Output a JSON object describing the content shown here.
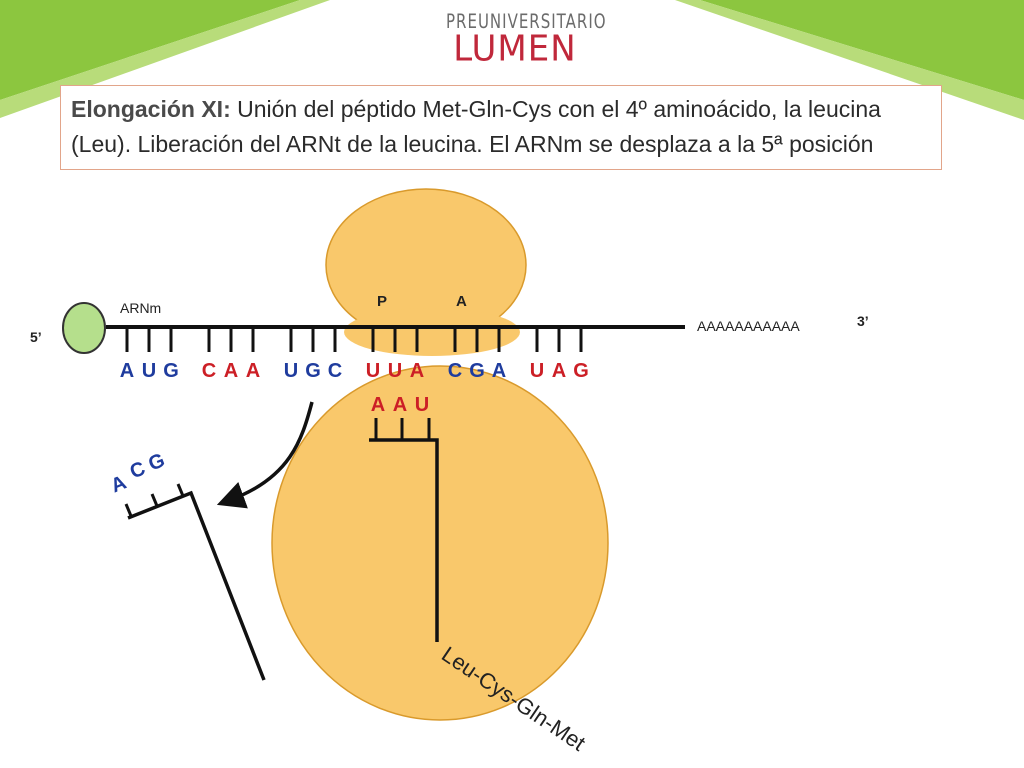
{
  "header": {
    "logo_top": "PREUNIVERSITARIO",
    "logo_main": "LUMEN"
  },
  "title": {
    "lead": "Elongación XI:",
    "text": " Unión del péptido Met-Gln-Cys con el 4º aminoácido, la leucina (Leu). Liberación del ARNt de la leucina. El ARNm se desplaza a la 5ª posición"
  },
  "diagram": {
    "mrna_label": "ARNm",
    "five_prime": "5’",
    "three_prime": "3’",
    "poly_a": "AAAAAAAAAAA",
    "site_p": "P",
    "site_a": "A",
    "codons": [
      {
        "letters": [
          "A",
          "U",
          "G"
        ],
        "color": "#1f3c9e"
      },
      {
        "letters": [
          "C",
          "A",
          "A"
        ],
        "color": "#cc1f26"
      },
      {
        "letters": [
          "U",
          "G",
          "C"
        ],
        "color": "#1f3c9e"
      },
      {
        "letters": [
          "U",
          "U",
          "A"
        ],
        "color": "#cc1f26"
      },
      {
        "letters": [
          "C",
          "G",
          "A"
        ],
        "color": "#1f3c9e"
      },
      {
        "letters": [
          "U",
          "A",
          "G"
        ],
        "color": "#cc1f26"
      }
    ],
    "trna_bound_anticodon": {
      "letters": [
        "A",
        "A",
        "U"
      ],
      "color": "#cc1f26"
    },
    "trna_released_anticodon": {
      "letters": [
        "A",
        "C",
        "G"
      ],
      "color": "#1f3c9e"
    },
    "peptide_label": "Leu-Cys-Gln-Met",
    "colors": {
      "corner_green": "#8cc63f",
      "corner_green_light": "#b8dc7a",
      "ribosome_fill": "#f9c86b",
      "ribosome_stroke": "#d99a2c",
      "cap_fill": "#b5df8c",
      "cap_stroke": "#333333",
      "line": "#111111",
      "title_border": "#e2a58a"
    }
  }
}
